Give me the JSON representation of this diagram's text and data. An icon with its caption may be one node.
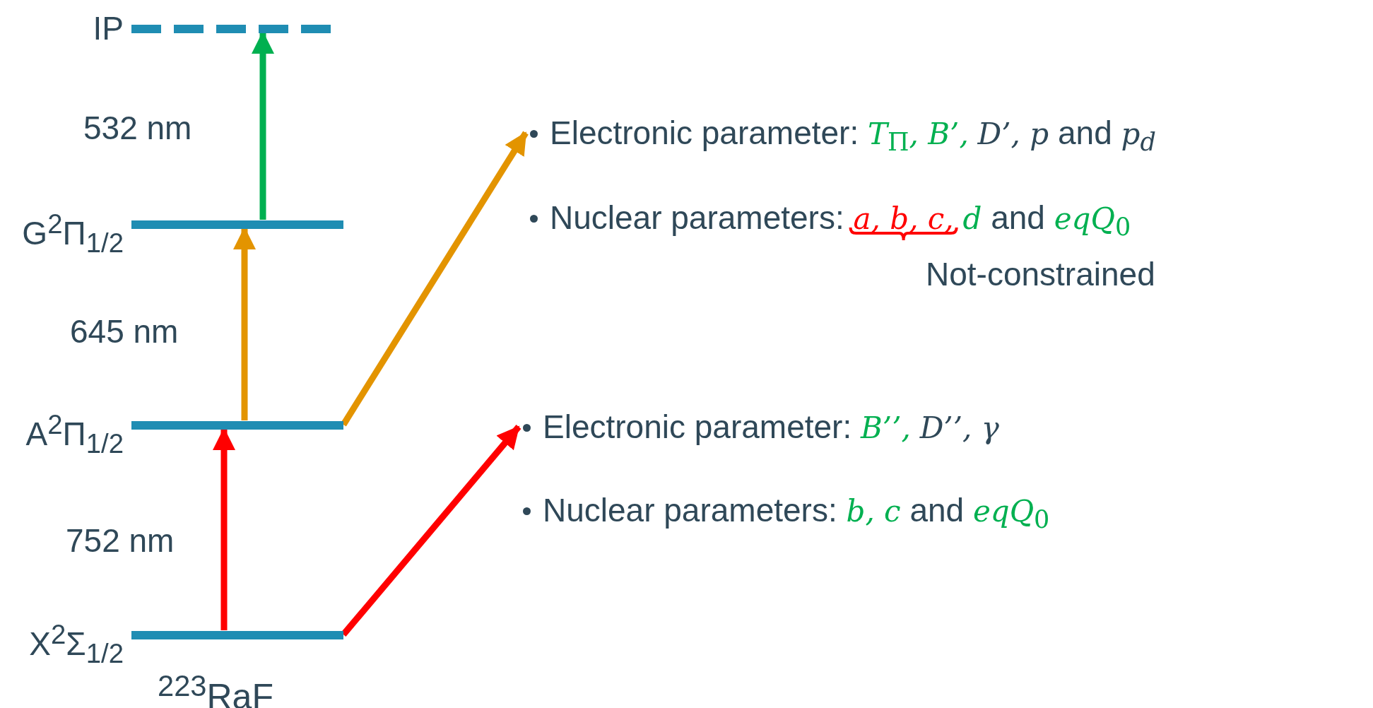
{
  "diagram": {
    "nodes": [
      {
        "text": [
          "IP"
        ]
      },
      {
        "text": [
          "G$^{2}$Π$_{1/2}$"
        ]
      },
      {
        "text": [
          "A$^{2}$Π$_{1/2}$"
        ]
      },
      {
        "text": [
          "X$^{2}$Σ$_{1/2}$"
        ]
      },
      {
        "text": [
          "Electronic parameter:",
          "*T*$_{Π}$*, B’,*",
          "*D’, p*",
          "and",
          "*p$_{d}$*",
          "Nuclear parameters:",
          "*a, b, c,*",
          "*d*",
          "and",
          "*eqQ*$_{0}$",
          "Not-constrained"
        ]
      },
      {
        "text": [
          "Electronic parameter:",
          "*B’’,*",
          "*D’’, γ*",
          "Nuclear parameters:",
          "*b, c*",
          "and",
          "*eqQ*$_{0}$"
        ]
      }
    ],
    "edges": [
      {
        "from": 3,
        "to": 2,
        "arrow": "to",
        "label": "752 nm",
        "color": "#ff0000"
      },
      {
        "from": 2,
        "to": 1,
        "arrow": "to",
        "label": "645 nm",
        "color": "#e39400"
      },
      {
        "from": 1,
        "to": 0,
        "arrow": "to",
        "label": "532 nm",
        "color": "#00b050"
      },
      {
        "from": 2,
        "to": 4,
        "arrow": "to",
        "color": "#e39400"
      },
      {
        "from": 3,
        "to": 5,
        "arrow": "to",
        "color": "#ff0000"
      }
    ],
    "labels": [
      "$^{223}$RaF"
    ]
  }
}
